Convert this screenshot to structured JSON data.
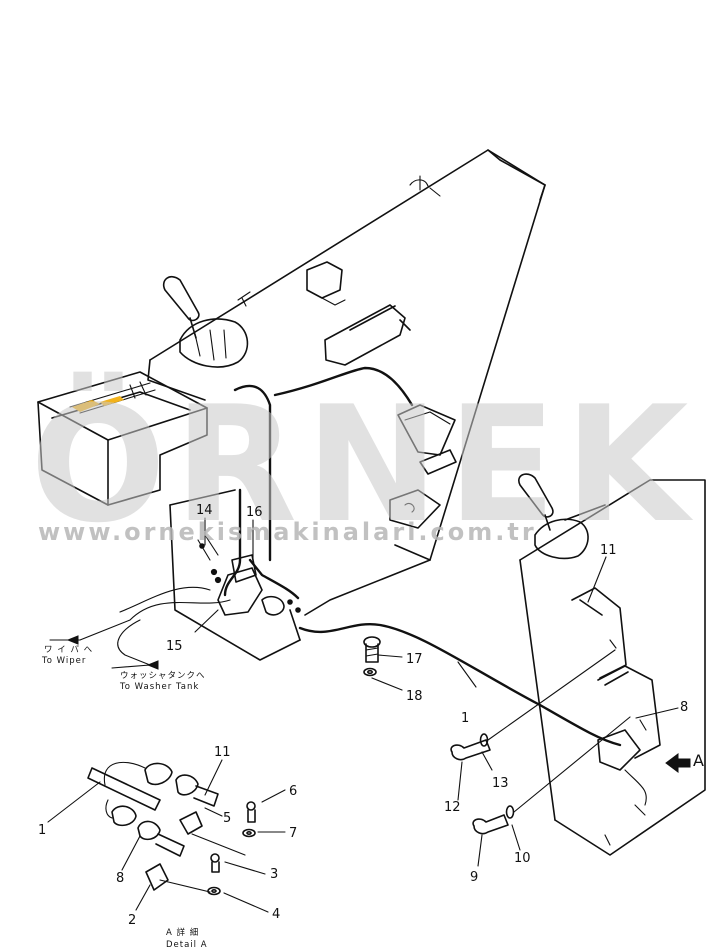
{
  "watermark": {
    "brand": "ÖRNEK",
    "url": "www.ornekismakinalari.com.tr",
    "accent_color": "#f2b21b"
  },
  "notes": {
    "to_wiper_jp": "ワ イ パ へ",
    "to_wiper_en": "To Wiper",
    "to_washer_jp": "ウォッシャタンクへ",
    "to_washer_en": "To Washer Tank",
    "detail_jp": "A 詳 細",
    "detail_en": "Detail A",
    "view_arrow": "A"
  },
  "callouts": [
    {
      "id": "c14",
      "label": "14"
    },
    {
      "id": "c16",
      "label": "16"
    },
    {
      "id": "c15",
      "label": "15"
    },
    {
      "id": "c17",
      "label": "17"
    },
    {
      "id": "c18",
      "label": "18"
    },
    {
      "id": "c11a",
      "label": "11"
    },
    {
      "id": "c8a",
      "label": "8"
    },
    {
      "id": "c1a",
      "label": "1"
    },
    {
      "id": "c13",
      "label": "13"
    },
    {
      "id": "c12",
      "label": "12"
    },
    {
      "id": "c10",
      "label": "10"
    },
    {
      "id": "c9",
      "label": "9"
    },
    {
      "id": "c11b",
      "label": "11"
    },
    {
      "id": "c6",
      "label": "6"
    },
    {
      "id": "c5",
      "label": "5"
    },
    {
      "id": "c7",
      "label": "7"
    },
    {
      "id": "c3",
      "label": "3"
    },
    {
      "id": "c4",
      "label": "4"
    },
    {
      "id": "c1b",
      "label": "1"
    },
    {
      "id": "c8b",
      "label": "8"
    },
    {
      "id": "c2",
      "label": "2"
    }
  ]
}
